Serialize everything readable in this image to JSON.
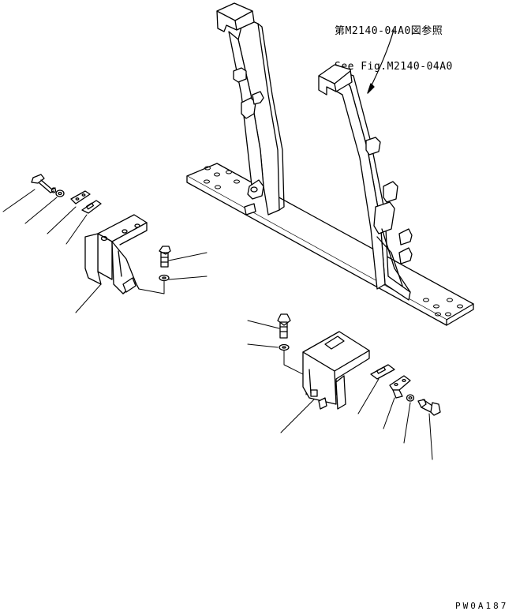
{
  "reference": {
    "jp": "第M2140-04A0図参照",
    "en": "See Fig.M2140-04A0"
  },
  "drawing_code": "PW0A187",
  "colors": {
    "line": "#000000",
    "background": "#ffffff"
  }
}
